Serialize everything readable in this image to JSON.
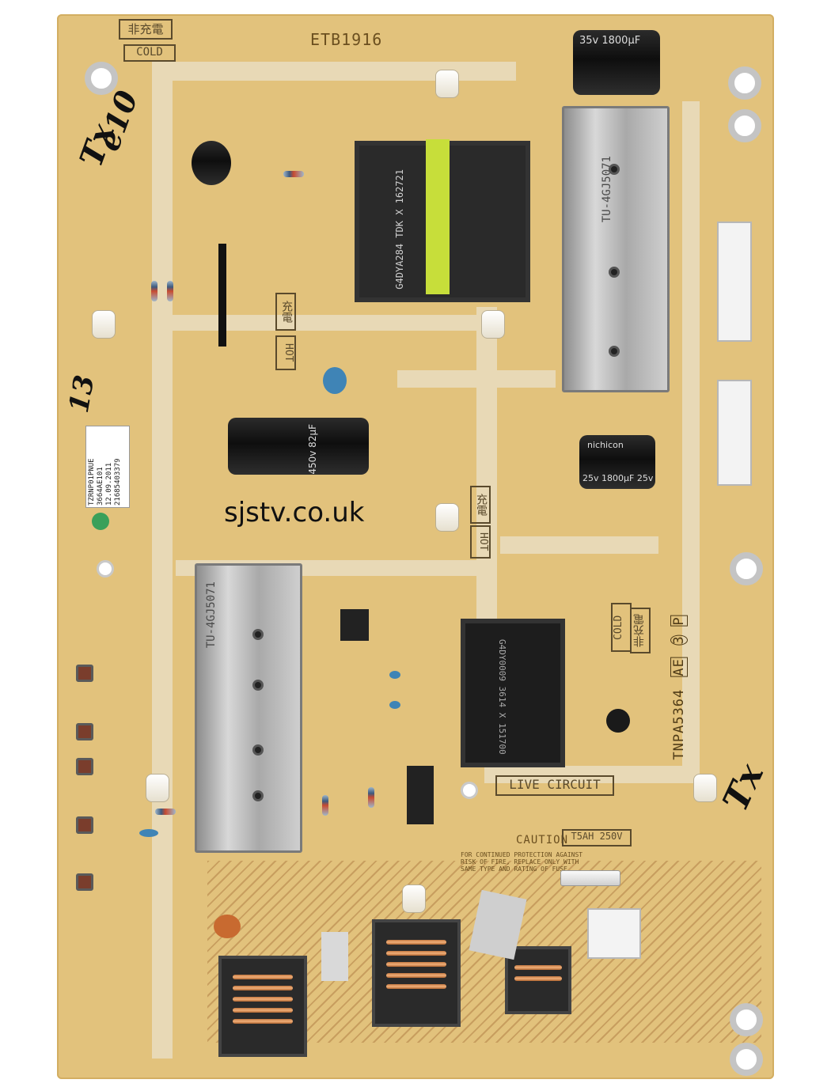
{
  "board": {
    "model_marking": "ETB1916",
    "part_number": "TNPA5364",
    "revision": "AE",
    "revision_circle": "3",
    "revision_p": "P",
    "live_circuit": "LIVE CIRCUIT",
    "caution": "CAUTION",
    "fuse_rating": "T5AH 250V",
    "fuse_warning": "FOR CONTINUED PROTECTION AGAINST RISK OF FIRE, REPLACE ONLY WITH SAME TYPE AND RATING OF FUSE",
    "cold_top": "COLD",
    "cold_top_jp": "非充電",
    "cold_mid": "COLD",
    "cold_mid_jp": "非充電",
    "hot_left": "HOT",
    "hot_left_jp": "充電",
    "hot_mid": "HOT",
    "hot_mid_jp": "充電",
    "heatsink_text": "TU-4GJ5071",
    "transformer_text": "G4DYA284 TDK X 162721",
    "transformer2_text": "G4DY0009 3614 X 151700",
    "cap_main": "450v 82μF",
    "cap_top_right": "35v 1800μF",
    "cap_mid_right": "25v 1800μF 25v",
    "cap_brand": "nichicon",
    "sticker_lines": [
      "TZRNP01PNUE",
      "3664AE101",
      "12.09.2011",
      "21685403379"
    ]
  },
  "handwriting": {
    "tx_top": "Tx",
    "code_top": "e10",
    "num_left": "13",
    "tx_bottom": "Tx"
  },
  "watermark": "sjstv.co.uk",
  "colors": {
    "board": "#e2c27c",
    "trace": "#e8d9b6",
    "silkscreen": "#6b4f1f"
  }
}
